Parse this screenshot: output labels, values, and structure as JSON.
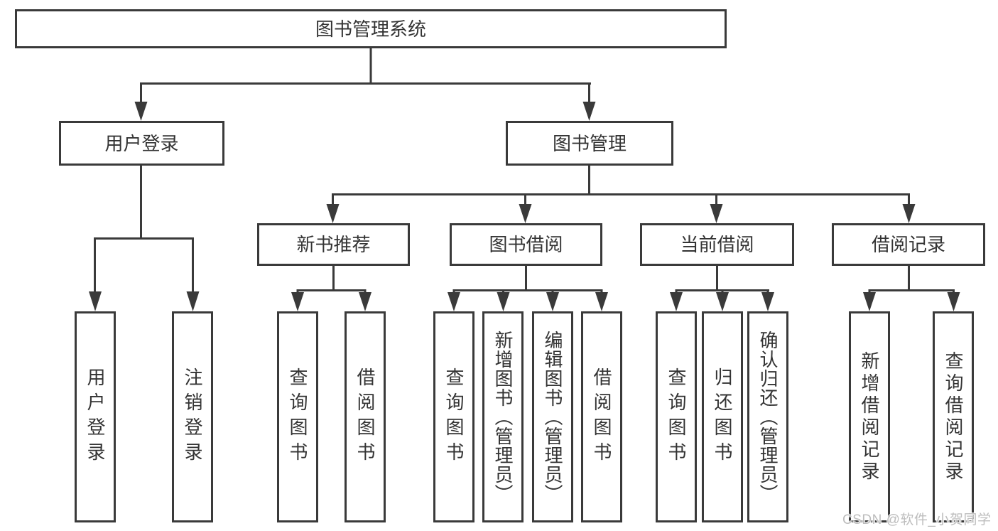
{
  "tree": {
    "root": "图书管理系统",
    "branches": [
      {
        "label": "用户登录",
        "leaves": [
          "用户登录",
          "注销登录"
        ]
      },
      {
        "label": "图书管理",
        "sections": [
          {
            "label": "新书推荐",
            "leaves": [
              "查询图书",
              "借阅图书"
            ]
          },
          {
            "label": "图书借阅",
            "leaves": [
              "查询图书",
              "新增图书（管理员）",
              "编辑图书（管理员）",
              "借阅图书"
            ]
          },
          {
            "label": "当前借阅",
            "leaves": [
              "查询图书",
              "归还图书",
              "确认归还（管理员）"
            ]
          },
          {
            "label": "借阅记录",
            "leaves": [
              "新增借阅记录",
              "查询借阅记录"
            ]
          }
        ]
      }
    ]
  },
  "watermark": "CSDN @软件_小贺同学",
  "colors": {
    "line": "#3a3a3a",
    "text": "#333333",
    "background": "#ffffff",
    "watermark": "#bdbdbd"
  }
}
